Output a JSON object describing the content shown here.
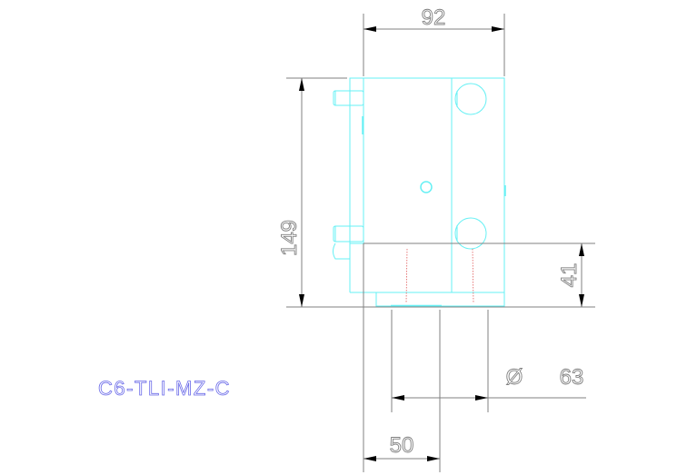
{
  "drawing": {
    "part_code": "C6-TLI-MZ-C",
    "colors": {
      "background": "#ffffff",
      "outline": "#66f0f4",
      "dimension": "#808080",
      "hidden_line": "#e05a5a",
      "title_text": "#6a6ae8"
    },
    "dimensions": {
      "width_top": "92",
      "height_total": "149",
      "base_height": "41",
      "bore_symbol": "Ø",
      "bore_diameter": "63",
      "base_width": "50"
    }
  }
}
